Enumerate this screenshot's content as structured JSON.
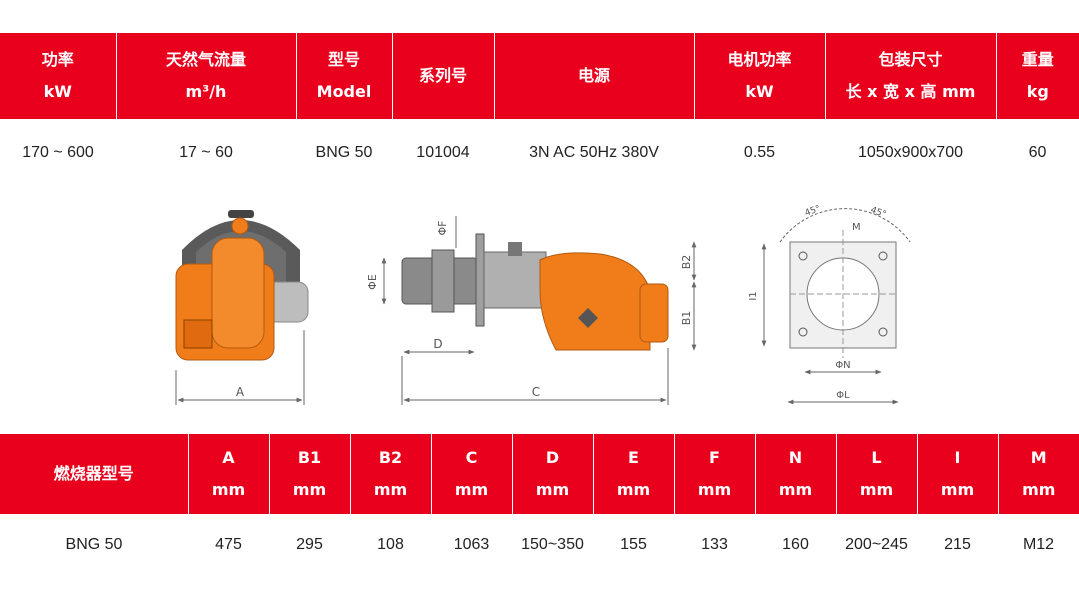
{
  "top_table": {
    "headers": [
      {
        "line1": "功率",
        "line2": "kW"
      },
      {
        "line1": "天然气流量",
        "line2": "m³/h"
      },
      {
        "line1": "型号",
        "line2": "Model"
      },
      {
        "line1": "系列号",
        "line2": ""
      },
      {
        "line1": "电源",
        "line2": ""
      },
      {
        "line1": "电机功率",
        "line2": "kW"
      },
      {
        "line1": "包装尺寸",
        "line2": "长 x 宽 x 高 mm"
      },
      {
        "line1": "重量",
        "line2": "kg"
      }
    ],
    "row": [
      "170 ~ 600",
      "17 ~ 60",
      "BNG 50",
      "101004",
      "3N AC 50Hz 380V",
      "0.55",
      "1050x900x700",
      "60"
    ]
  },
  "diagram": {
    "labels": {
      "a": "A",
      "c": "C",
      "d": "D",
      "e": "ΦE",
      "f": "ΦF",
      "b1": "B1",
      "b2": "B2",
      "m": "M",
      "n": "ΦN",
      "l": "ΦL",
      "i": "I1",
      "angle1": "45°",
      "angle2": "45°"
    },
    "colors": {
      "body": "#f07d1a",
      "dark": "#555555",
      "tube": "#8a8a8a",
      "line": "#666666"
    }
  },
  "bottom_table": {
    "headers": [
      {
        "line1": "燃烧器型号",
        "line2": ""
      },
      {
        "line1": "A",
        "line2": "mm"
      },
      {
        "line1": "B1",
        "line2": "mm"
      },
      {
        "line1": "B2",
        "line2": "mm"
      },
      {
        "line1": "C",
        "line2": "mm"
      },
      {
        "line1": "D",
        "line2": "mm"
      },
      {
        "line1": "E",
        "line2": "mm"
      },
      {
        "line1": "F",
        "line2": "mm"
      },
      {
        "line1": "N",
        "line2": "mm"
      },
      {
        "line1": "L",
        "line2": "mm"
      },
      {
        "line1": "I",
        "line2": "mm"
      },
      {
        "line1": "M",
        "line2": "mm"
      }
    ],
    "row": [
      "BNG 50",
      "475",
      "295",
      "108",
      "1063",
      "150~350",
      "155",
      "133",
      "160",
      "200~245",
      "215",
      "M12"
    ]
  },
  "colors": {
    "header_bg": "#e8001c",
    "header_text": "#ffffff"
  }
}
